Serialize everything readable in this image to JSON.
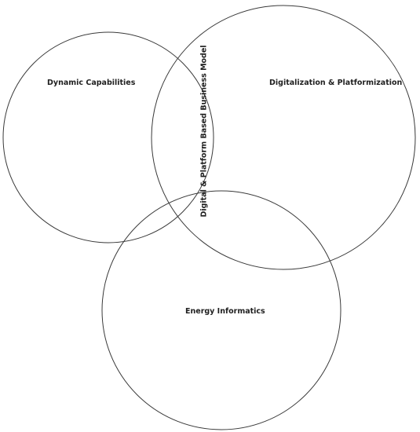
{
  "diagram": {
    "type": "venn",
    "sets": [
      {
        "id": "dynamic",
        "label": "Dynamic Capabilities"
      },
      {
        "id": "digitalization",
        "label": "Digitalization & Platformization"
      },
      {
        "id": "energy",
        "label": "Energy Informatics"
      }
    ],
    "intersection_label": "Digital & Platform Based Business Model",
    "colors": {
      "outline": "#3a3a3a",
      "text": "#1f1f1f",
      "background": "#ffffff"
    }
  }
}
